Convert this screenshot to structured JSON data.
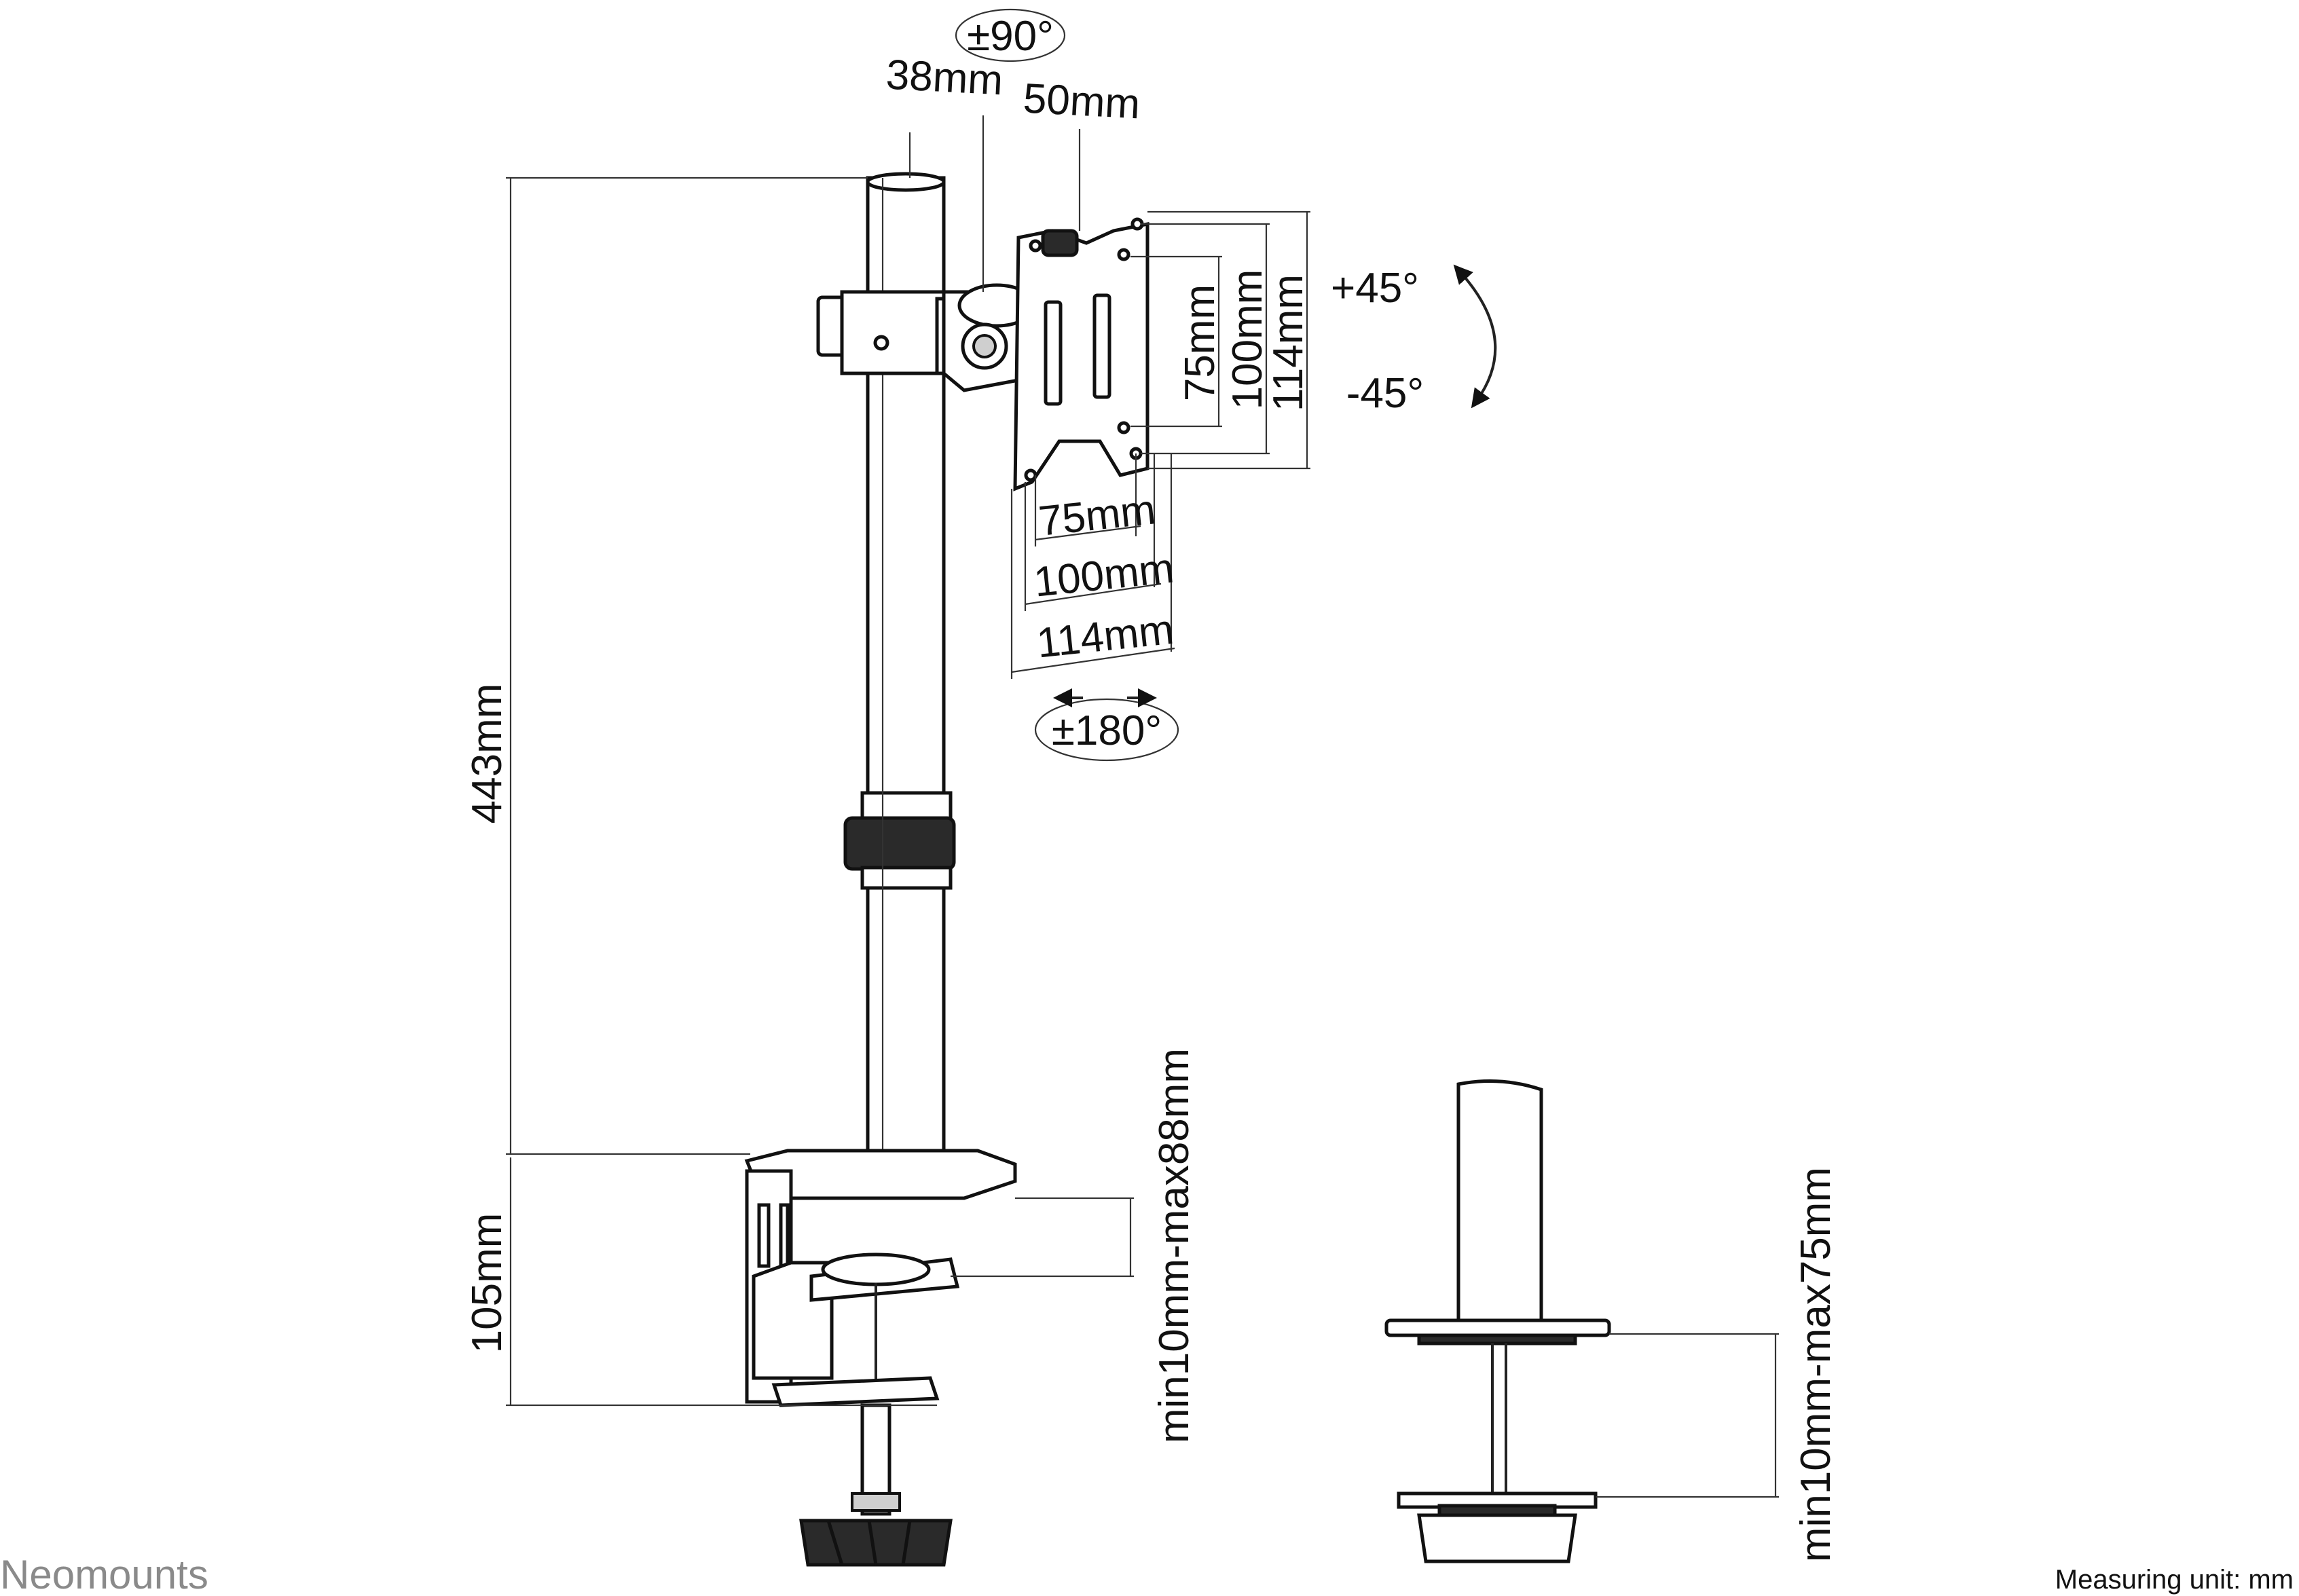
{
  "brand": "Neomounts",
  "measuring_unit": "Measuring unit: mm",
  "dimensions": {
    "swivel": "±90°",
    "arm_depth_a": "38mm",
    "arm_depth_b": "50mm",
    "total_height": "443mm",
    "clamp_height": "105mm",
    "tilt_up": "+45°",
    "tilt_down": "-45°",
    "vesa_v_75": "75mm",
    "vesa_v_100": "100mm",
    "vesa_v_114": "114mm",
    "vesa_h_75": "75mm",
    "vesa_h_100": "100mm",
    "vesa_h_114": "114mm",
    "rotation": "±180°",
    "clamp_range": "min10mm-max88mm",
    "grommet_range": "min10mm-max75mm"
  },
  "colors": {
    "line": "#111111",
    "brand": "#8a8a8a"
  }
}
